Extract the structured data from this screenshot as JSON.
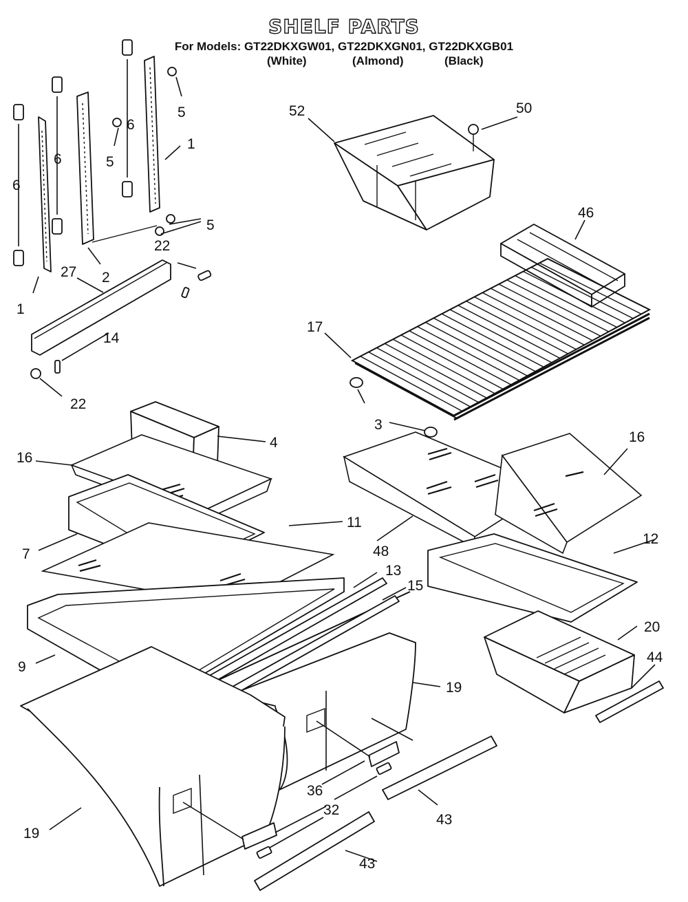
{
  "header": {
    "title": "SHELF PARTS",
    "models_line": "For Models: GT22DKXGW01, GT22DKXGN01, GT22DKXGB01",
    "variants": [
      "(White)",
      "(Almond)",
      "(Black)"
    ]
  },
  "callouts": {
    "c5a": "5",
    "c5b": "5",
    "c5c": "5",
    "c6a": "6",
    "c6b": "6",
    "c6c": "6",
    "c1a": "1",
    "c1b": "1",
    "c2": "2",
    "c27": "27",
    "c22a": "22",
    "c22b": "22",
    "c14": "14",
    "c52": "52",
    "c50": "50",
    "c46": "46",
    "c17": "17",
    "c3": "3",
    "c4": "4",
    "c16a": "16",
    "c16b": "16",
    "c11": "11",
    "c7": "7",
    "c13": "13",
    "c15": "15",
    "c9": "9",
    "c48": "48",
    "c12": "12",
    "c20": "20",
    "c44": "44",
    "c19a": "19",
    "c19b": "19",
    "c36": "36",
    "c32": "32",
    "c43a": "43",
    "c43b": "43"
  }
}
